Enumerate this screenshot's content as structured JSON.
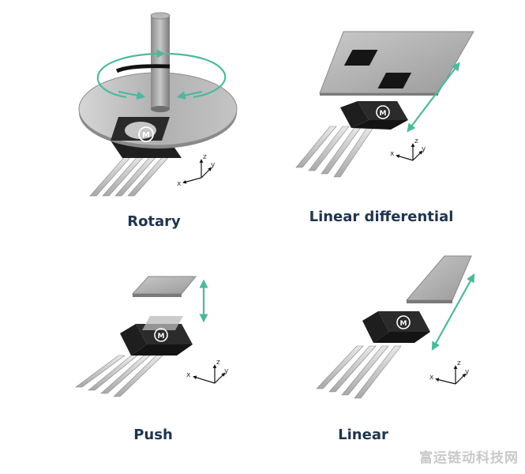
{
  "captions": {
    "rotary": "Rotary",
    "linear_differential": "Linear differential",
    "push": "Push",
    "linear": "Linear"
  },
  "axes": {
    "x": "x",
    "y": "y",
    "z": "z"
  },
  "chip_logo": "M",
  "watermark": "富运链动科技网",
  "colors": {
    "arrow": "#4db89c",
    "chip_body": "#262626",
    "plate": "#a9a9a9",
    "caption": "#1f3450"
  },
  "icons": [
    "rotation-arrow-icon",
    "double-arrow-icon",
    "axis-triad-icon",
    "chip-logo-icon"
  ]
}
